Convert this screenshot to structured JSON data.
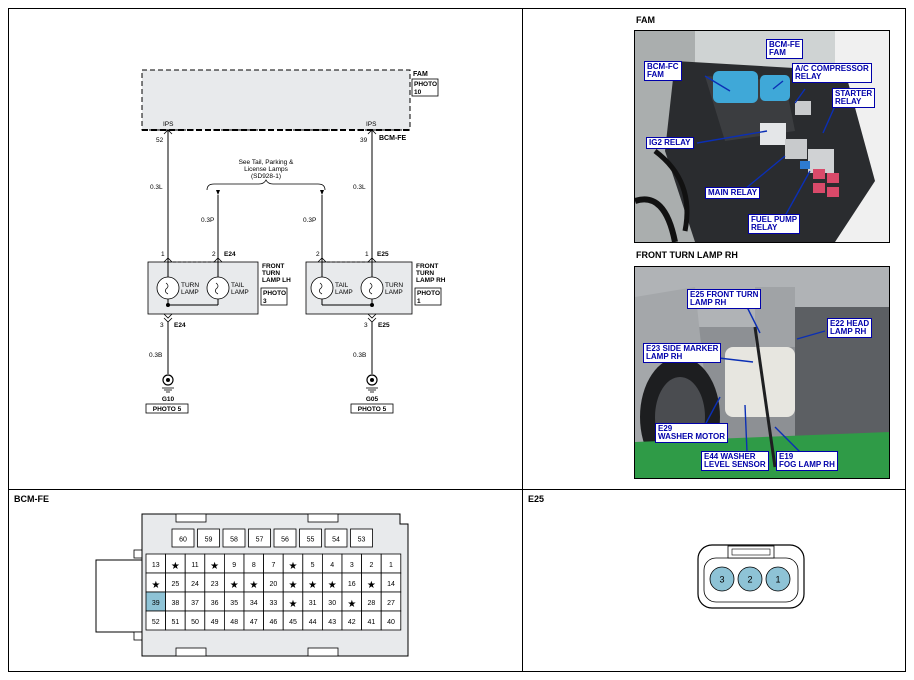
{
  "schematic": {
    "fam_label": "FAM",
    "fam_photo": "PHOTO\n10",
    "ips_left": "IPS",
    "ips_right": "IPS",
    "pin_52": "52",
    "pin_39": "39",
    "bcm_fe": "BCM-FE",
    "see_note": "See Tail, Parking &\nLicense Lamps\n(SD928-1)",
    "wire_03l_left": "0.3L",
    "wire_03l_right": "0.3L",
    "wire_03p_left": "0.3P",
    "wire_03p_right": "0.3P",
    "wire_03b_left": "0.3B",
    "wire_03b_right": "0.3B",
    "lh_pin1": "1",
    "lh_pin2": "2",
    "lh_conn_top": "E24",
    "lh_pin3": "3",
    "lh_conn_bottom": "E24",
    "rh_pin2": "2",
    "rh_pin1": "1",
    "rh_conn_top": "E25",
    "rh_pin3": "3",
    "rh_conn_bottom": "E25",
    "lamp_turn_l": "TURN\nLAMP",
    "lamp_tail_l": "TAIL\nLAMP",
    "lamp_tail_r": "TAIL\nLAMP",
    "lamp_turn_r": "TURN\nLAMP",
    "front_lh": "FRONT\nTURN\nLAMP LH",
    "front_lh_photo": "PHOTO\n3",
    "front_rh": "FRONT\nTURN\nLAMP RH",
    "front_rh_photo": "PHOTO\n1",
    "g10": "G10",
    "g10_photo": "PHOTO 5",
    "g05": "G05",
    "g05_photo": "PHOTO 5"
  },
  "fam_photo": {
    "title": "FAM",
    "labels": {
      "bcm_fc": "BCM-FC\nFAM",
      "bcm_fe": "BCM-FE\nFAM",
      "ac": "A/C COMPRESSOR\nRELAY",
      "starter": "STARTER\nRELAY",
      "ig2": "IG2 RELAY",
      "main": "MAIN RELAY",
      "fuel": "FUEL PUMP\nRELAY"
    }
  },
  "turn_photo": {
    "title": "FRONT TURN LAMP RH",
    "labels": {
      "e25": "E25 FRONT TURN\nLAMP RH",
      "e22": "E22 HEAD\nLAMP RH",
      "e23": "E23 SIDE MARKER\nLAMP RH",
      "e29": "E29\nWASHER MOTOR",
      "e44": "E44 WASHER\nLEVEL SENSOR",
      "e19": "E19\nFOG LAMP RH"
    }
  },
  "bcm_connector": {
    "title": "BCM-FE",
    "top_row": [
      "60",
      "59",
      "58",
      "57",
      "56",
      "55",
      "54",
      "53"
    ],
    "rows": [
      [
        "13",
        "*",
        "11",
        "*",
        "9",
        "8",
        "7",
        "*",
        "5",
        "4",
        "3",
        "2",
        "1"
      ],
      [
        "*",
        "25",
        "24",
        "23",
        "*",
        "*",
        "20",
        "*",
        "*",
        "*",
        "16",
        "*",
        "14"
      ],
      [
        "39",
        "38",
        "37",
        "36",
        "35",
        "34",
        "33",
        "*",
        "31",
        "30",
        "*",
        "28",
        "27"
      ],
      [
        "52",
        "51",
        "50",
        "49",
        "48",
        "47",
        "46",
        "45",
        "44",
        "43",
        "42",
        "41",
        "40"
      ]
    ],
    "highlight": "39",
    "highlight_color": "#8ec3d6"
  },
  "e25_connector": {
    "title": "E25",
    "pins": [
      "3",
      "2",
      "1"
    ],
    "pin_color": "#8ec3d6"
  }
}
